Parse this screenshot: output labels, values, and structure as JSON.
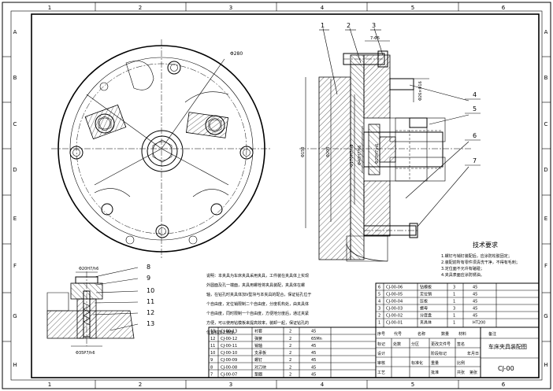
{
  "frame": {
    "cols": [
      "1",
      "2",
      "3",
      "4",
      "5",
      "6"
    ],
    "rows": [
      "A",
      "B",
      "C",
      "D",
      "E",
      "F",
      "G",
      "H"
    ]
  },
  "front_view": {
    "diameter_label": "Φ280"
  },
  "section_view": {
    "dim_top": "7-Φ5",
    "dim_right": "Φ26×Φ16",
    "dims_vertical": [
      "Φ150",
      "Φ200",
      "Φ170H7/h6",
      "Φ40H7/h6",
      "Φ20H7/n6"
    ],
    "callouts": [
      "1",
      "2",
      "3",
      "4",
      "5",
      "6",
      "7"
    ]
  },
  "detail_view": {
    "dim_top": "Φ20H7/h6",
    "dim_bottom": "Φ35P7/h6",
    "callouts": [
      "8",
      "9",
      "10",
      "11",
      "12",
      "13"
    ]
  },
  "notes": {
    "text_lines": [
      "说明：本夹具为车床夹具采用夹具，工件装在夹具体上实现",
      "外圆面及孔一端面，夹具用螺栓将夹具装配，夹具体在螺",
      "轴，在钻孔时夹具体加V型块与本夹具的配合，保证钻孔位于",
      "个自由度，定位销限制二个自由度，分度机构处，由夹具体",
      "个自由度，同时限制一个自由度，方便地分度后，通过夹紧",
      "方便，可以使用钻模板来提高效率，装卸一起，保证钻孔的",
      "位置和加工精度。"
    ]
  },
  "tech_req": {
    "title": "技术要求",
    "items": [
      "1.螺钉与销钉装配后，应涂防松胶固定；",
      "2.装配前所有零件须清洗干净，不得有毛刺；",
      "3.定位面不允许有磕碰；",
      "4.夹具表面应涂防锈油。"
    ]
  },
  "bom_right": {
    "rows": [
      {
        "no": "6",
        "code": "CJ-00-06",
        "name": "钻模板",
        "qty": "3",
        "mat": "45"
      },
      {
        "no": "5",
        "code": "CJ-00-05",
        "name": "定位销",
        "qty": "1",
        "mat": "45"
      },
      {
        "no": "4",
        "code": "CJ-00-04",
        "name": "压板",
        "qty": "1",
        "mat": "45"
      },
      {
        "no": "3",
        "code": "CJ-00-03",
        "name": "螺母",
        "qty": "3",
        "mat": "45"
      },
      {
        "no": "2",
        "code": "CJ-00-02",
        "name": "分度盘",
        "qty": "1",
        "mat": "45"
      },
      {
        "no": "1",
        "code": "CJ-00-01",
        "name": "夹具体",
        "qty": "1",
        "mat": "HT200"
      }
    ]
  },
  "bom_left": {
    "rows": [
      {
        "no": "13",
        "code": "CJ-00-13",
        "name": "衬套",
        "qty": "2",
        "mat": "45"
      },
      {
        "no": "12",
        "code": "CJ-00-12",
        "name": "弹簧",
        "qty": "2",
        "mat": "65Mn"
      },
      {
        "no": "11",
        "code": "CJ-00-11",
        "name": "销轴",
        "qty": "2",
        "mat": "45"
      },
      {
        "no": "10",
        "code": "CJ-00-10",
        "name": "支承板",
        "qty": "2",
        "mat": "45"
      },
      {
        "no": "9",
        "code": "CJ-00-09",
        "name": "螺钉",
        "qty": "2",
        "mat": "45"
      },
      {
        "no": "8",
        "code": "CJ-00-08",
        "name": "对刀块",
        "qty": "2",
        "mat": "45"
      },
      {
        "no": "7",
        "code": "CJ-00-07",
        "name": "垫圈",
        "qty": "2",
        "mat": "45"
      }
    ]
  },
  "title_block": {
    "header_cols": [
      "序号",
      "代号",
      "名称",
      "数量",
      "材料",
      "备注"
    ],
    "rev_cols": [
      "标记",
      "处数",
      "分区",
      "更改文件号",
      "签名",
      "年月日"
    ],
    "roles": [
      "设计",
      "审核",
      "工艺",
      "批准"
    ],
    "labels": [
      "标准化",
      "阶段标记",
      "重量",
      "比例",
      "共张",
      "第张"
    ],
    "drawing_name": "车床夹具装配图",
    "drawing_code": "CJ-00"
  }
}
